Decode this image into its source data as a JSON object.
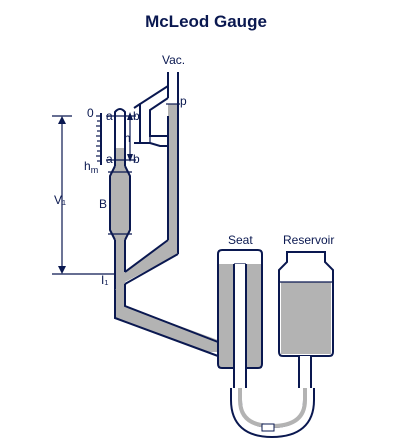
{
  "title": "McLeod Gauge",
  "labels": {
    "vac": "Vac.",
    "p": "p",
    "zero": "0",
    "a_top": "a",
    "a_bottom": "a",
    "b_top": "b",
    "b_bottom": "b",
    "h": "h",
    "hm": "h",
    "hm_sub": "m",
    "v1": "V₁",
    "bulb_b": "B",
    "i1": "I₁",
    "seat": "Seat",
    "reservoir": "Reservoir"
  },
  "colors": {
    "outline": "#0a1850",
    "mercury": "#b3b3b3",
    "background": "#ffffff"
  }
}
